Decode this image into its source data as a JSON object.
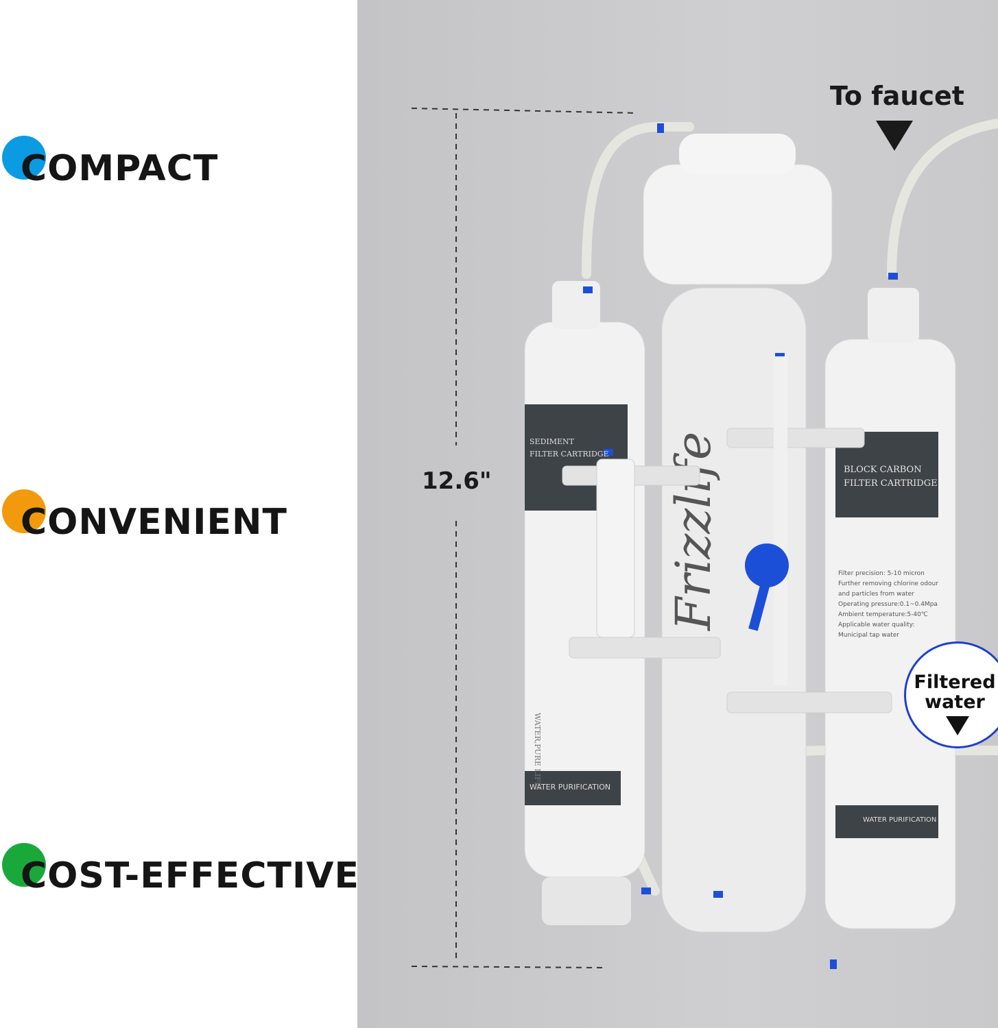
{
  "features": [
    {
      "label": "COMPACT",
      "color": "#0a9be3"
    },
    {
      "label": "CONVENIENT",
      "color": "#f29a0c"
    },
    {
      "label": "COST-EFFECTIVE",
      "color": "#1aa83a"
    }
  ],
  "dimension": {
    "height_label": "12.6\""
  },
  "callouts": {
    "to_faucet": "To faucet",
    "filtered_line1": "Filtered",
    "filtered_line2": "water"
  },
  "product": {
    "brand": "Frizzlife",
    "left_cartridge": {
      "title_line1": "SEDIMENT",
      "title_line2": "FILTER CARTRIDGE",
      "footer": "WATER PURIFICATION",
      "side": "WATER,PURE LIFE!"
    },
    "right_cartridge": {
      "title_line1": "BLOCK CARBON",
      "title_line2": "FILTER CARTRIDGE",
      "footer": "WATER PURIFICATION",
      "specs": [
        "Filter precision: 5-10 micron",
        "Further removing chlorine odour",
        "and particles from water",
        "Operating pressure:0.1~0.4Mpa",
        "Ambient temperature:5-40℃",
        "Applicable water quality:",
        "Municipal tap water"
      ]
    }
  }
}
